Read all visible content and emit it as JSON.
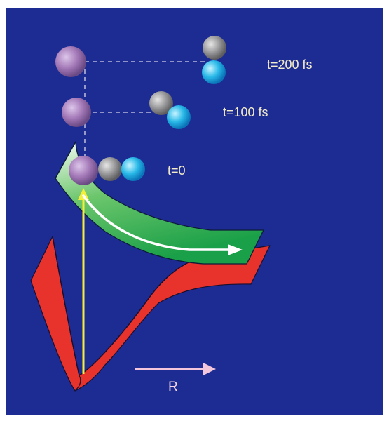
{
  "snapshots": [
    {
      "time_label": "t=200 fs"
    },
    {
      "time_label": "t=100 fs"
    },
    {
      "time_label": "t=0"
    }
  ],
  "axis": {
    "label": "R"
  },
  "atoms": {
    "heavy": {
      "name": "purple-atom",
      "color": "#a57ab8"
    },
    "middle": {
      "name": "gray-atom",
      "color": "#9a9a9c"
    },
    "end": {
      "name": "cyan-atom",
      "color": "#29b9e8"
    }
  },
  "colors": {
    "background": "#1d2c93",
    "excited_surface": "#2bb44a",
    "ground_surface": "#e8322c",
    "excitation_arrow": "#f5ef3a",
    "dashed_lines": "#b7b7d8",
    "r_arrow": "#f3c6dc"
  }
}
